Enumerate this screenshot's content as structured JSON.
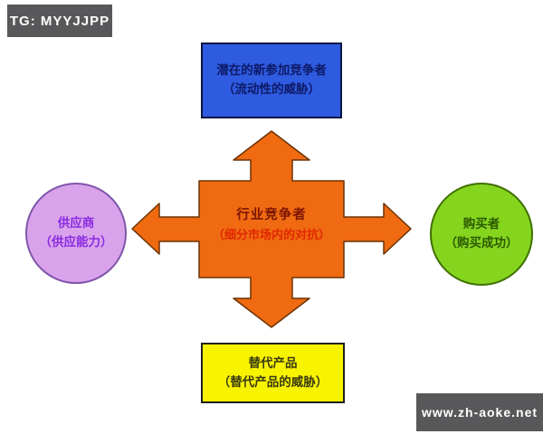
{
  "watermarks": {
    "top_left_tag": "TG: MYYJJPP",
    "bottom_right_tag": "www.zh-aoke.net"
  },
  "diagram": {
    "type": "five-forces-cross-arrow",
    "center": {
      "line1": "行业竞争者",
      "line2": "（细分市场内的对抗）",
      "fill": "#ef6a10",
      "line1_color": "#7a1404",
      "line2_color": "#e02800"
    },
    "top": {
      "line1": "潜在的新参加竞争者",
      "line2": "（流动性的威胁）",
      "fill": "#2e5be0",
      "text_color": "#0d1a66"
    },
    "left": {
      "line1": "供应商",
      "line2": "（供应能力）",
      "fill": "#d9a3ec",
      "text_color": "#8a2ae0"
    },
    "right": {
      "line1": "购买者",
      "line2": "（购买成功）",
      "fill": "#85d51f",
      "text_color": "#2c5800"
    },
    "bottom": {
      "line1": "替代产品",
      "line2": "（替代产品的威胁）",
      "fill": "#f8f400",
      "text_color": "#3a3a10"
    }
  },
  "colors": {
    "background": "#ffffff",
    "arrow_fill": "#ef6a10",
    "arrow_outline": "#6b3305",
    "tag_background": "#58585a",
    "tag_text": "#ffffff"
  }
}
